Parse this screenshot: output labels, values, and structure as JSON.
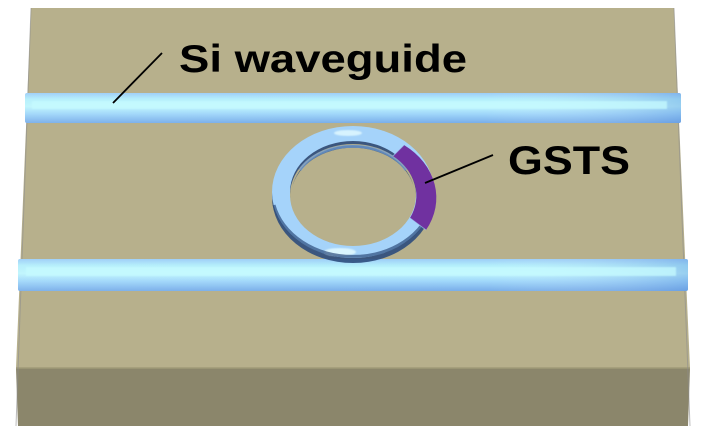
{
  "diagram": {
    "type": "microring-resonator-schematic",
    "labels": {
      "waveguide": "Si waveguide",
      "pcm": "GSTS"
    },
    "colors": {
      "substrate_top": "#b7b08c",
      "substrate_front": "#8b866b",
      "waveguide_light": "#b6f2fb",
      "waveguide_mid": "#9fd4f9",
      "waveguide_dark": "#76aae8",
      "ring": "#a5d3fa",
      "ring_shadow": "#2d4d7c",
      "gsts": "#7031a0",
      "text": "#000000"
    },
    "components": [
      {
        "name": "substrate",
        "shape": "slab"
      },
      {
        "name": "bus-waveguide-top",
        "shape": "straight"
      },
      {
        "name": "ring-resonator",
        "shape": "ring"
      },
      {
        "name": "gsts-patch",
        "shape": "arc-segment"
      },
      {
        "name": "bus-waveguide-bottom",
        "shape": "straight"
      }
    ]
  }
}
